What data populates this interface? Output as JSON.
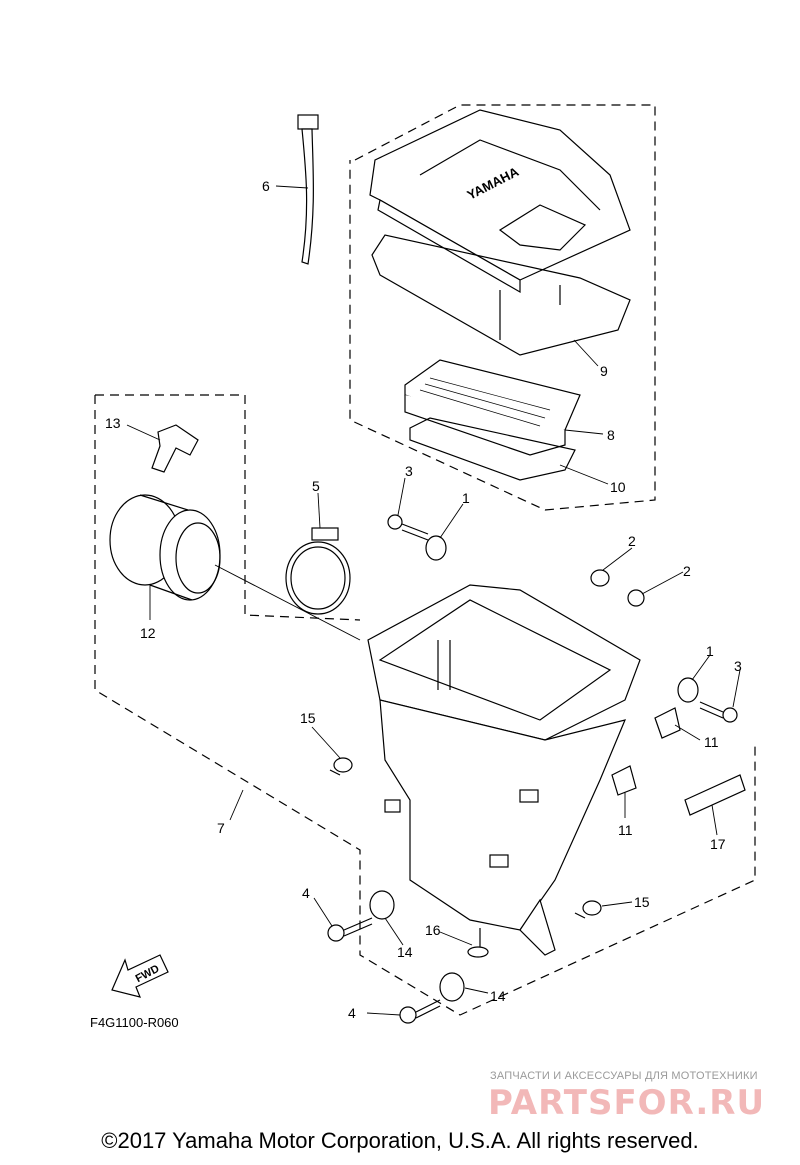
{
  "parts": {
    "p1a": "1",
    "p1b": "1",
    "p2a": "2",
    "p2b": "2",
    "p3a": "3",
    "p3b": "3",
    "p4a": "4",
    "p4b": "4",
    "p5": "5",
    "p6": "6",
    "p7": "7",
    "p8": "8",
    "p9": "9",
    "p10": "10",
    "p11a": "11",
    "p11b": "11",
    "p12": "12",
    "p13": "13",
    "p14a": "14",
    "p14b": "14",
    "p15a": "15",
    "p15b": "15",
    "p16": "16",
    "p17": "17"
  },
  "logo_text": "YAMAHA",
  "fwd_label": "FWD",
  "diagram_code": "F4G1100-R060",
  "watermark": {
    "tagline": "ЗАПЧАСТИ И АКСЕССУАРЫ ДЛЯ МОТОТЕХНИКИ",
    "brand": "PARTSFOR.RU"
  },
  "copyright": "©2017 Yamaha Motor Corporation, U.S.A. All rights reserved."
}
